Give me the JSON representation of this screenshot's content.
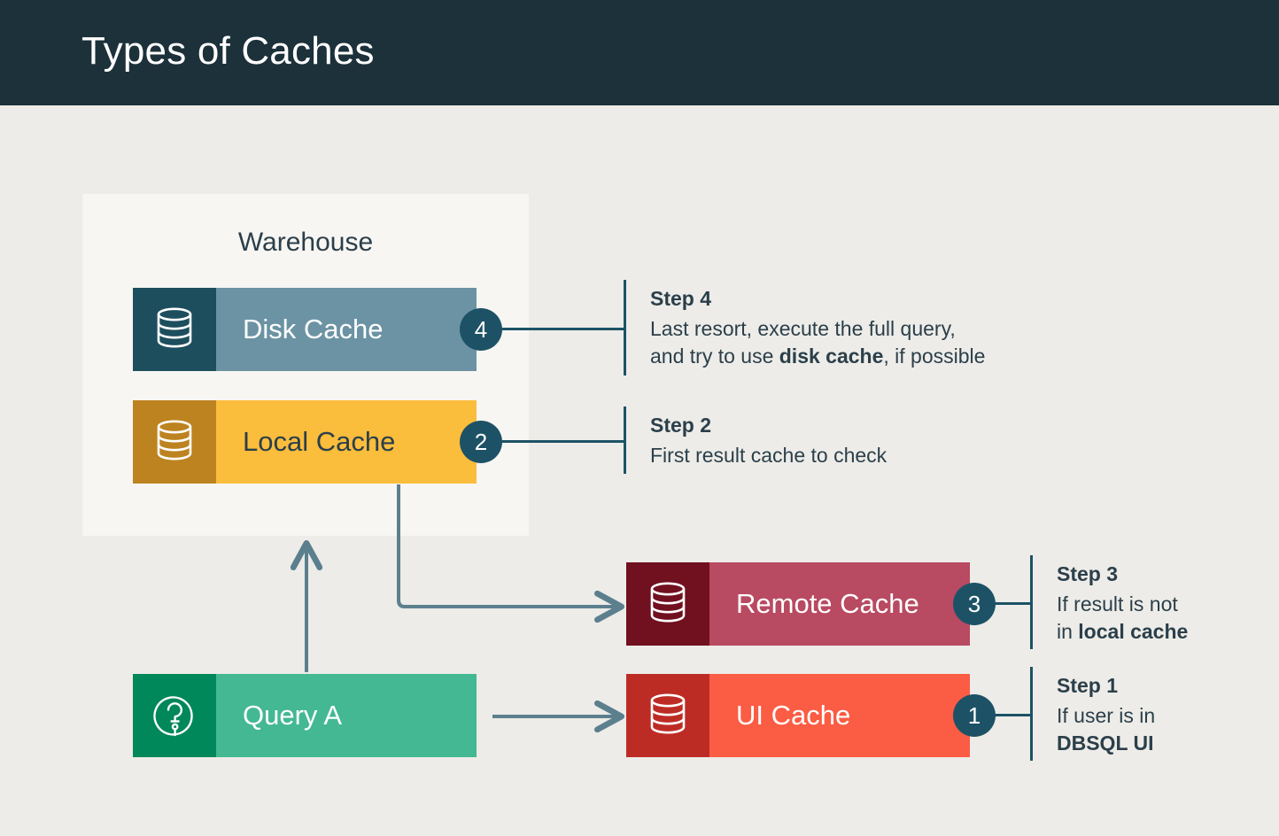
{
  "header": {
    "title": "Types of Caches",
    "background": "#1c313a",
    "text_color": "#ffffff"
  },
  "page": {
    "background": "#edece8",
    "text_color": "#2b3f4a"
  },
  "warehouse": {
    "label": "Warehouse",
    "background": "#f7f6f3"
  },
  "arrow_color": "#5c7f8e",
  "badge_color": "#1d5266",
  "nodes": [
    {
      "id": "disk-cache",
      "label": "Disk Cache",
      "icon": "database-icon",
      "icon_bg": "#1d4e5e",
      "body_bg": "#6b93a3",
      "label_color": "#ffffff",
      "badge": "4"
    },
    {
      "id": "local-cache",
      "label": "Local Cache",
      "icon": "database-icon",
      "icon_bg": "#bd8320",
      "body_bg": "#fbbd3c",
      "label_color": "#2b3f4a",
      "badge": "2"
    },
    {
      "id": "remote-cache",
      "label": "Remote Cache",
      "icon": "database-icon",
      "icon_bg": "#71101f",
      "body_bg": "#b84a61",
      "label_color": "#ffffff",
      "badge": "3"
    },
    {
      "id": "ui-cache",
      "label": "UI Cache",
      "icon": "database-icon",
      "icon_bg": "#bd2c24",
      "body_bg": "#fb5c44",
      "label_color": "#ffffff",
      "badge": "1"
    },
    {
      "id": "query-a",
      "label": "Query A",
      "icon": "question-mark-circle-icon",
      "icon_bg": "#00875a",
      "body_bg": "#43b892",
      "label_color": "#ffffff",
      "badge": ""
    }
  ],
  "steps": [
    {
      "id": "step-4",
      "title": "Step 4",
      "line1_pre": "Last resort, execute the full query,",
      "line2_pre": "and try to use ",
      "line2_bold": "disk cache",
      "line2_post": ", if possible"
    },
    {
      "id": "step-2",
      "title": "Step 2",
      "line1_pre": "First result cache to check",
      "line2_pre": "",
      "line2_bold": "",
      "line2_post": ""
    },
    {
      "id": "step-3",
      "title": "Step 3",
      "line1_pre": "If result is not",
      "line2_pre": "in ",
      "line2_bold": "local cache",
      "line2_post": ""
    },
    {
      "id": "step-1",
      "title": "Step 1",
      "line1_pre": "If user is in",
      "line2_pre": "",
      "line2_bold": "DBSQL UI",
      "line2_post": ""
    }
  ]
}
